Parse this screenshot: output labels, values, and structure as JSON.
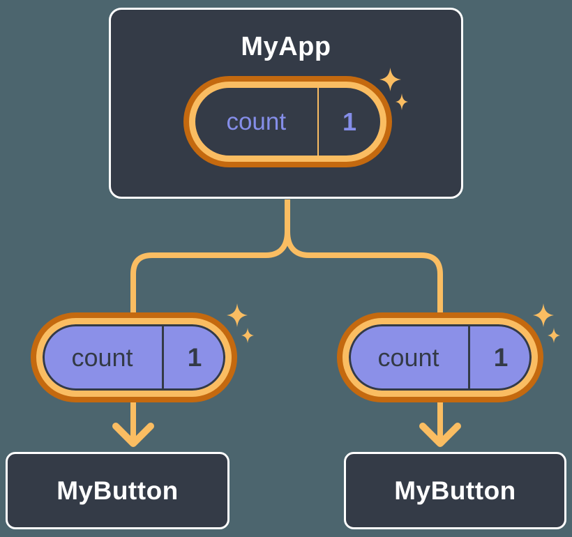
{
  "diagram_type": "react-component-tree-with-state",
  "nodes": {
    "root": {
      "title": "MyApp",
      "state": {
        "label": "count",
        "value": "1"
      }
    },
    "child_left": {
      "title": "MyButton",
      "state": {
        "label": "count",
        "value": "1"
      }
    },
    "child_right": {
      "title": "MyButton",
      "state": {
        "label": "count",
        "value": "1"
      }
    }
  },
  "colors": {
    "background": "#4C656E",
    "node_fill": "#343B47",
    "node_border": "#FFFFFF",
    "node_title_text": "#FFFFFF",
    "connector_line": "#FABD62",
    "pill_ring_outer": "#C4690F",
    "pill_ring_inner": "#FABD62",
    "pill_purple_fill": "#8B90E8",
    "pill_dark_fill": "#343B47",
    "pill_text_periwinkle": "#858EE9",
    "pill_text_dark": "#333A46",
    "sparkle": "#FABD62"
  },
  "icons": {
    "sparkle": "sparkle-icon",
    "arrow": "arrow-down-icon"
  }
}
